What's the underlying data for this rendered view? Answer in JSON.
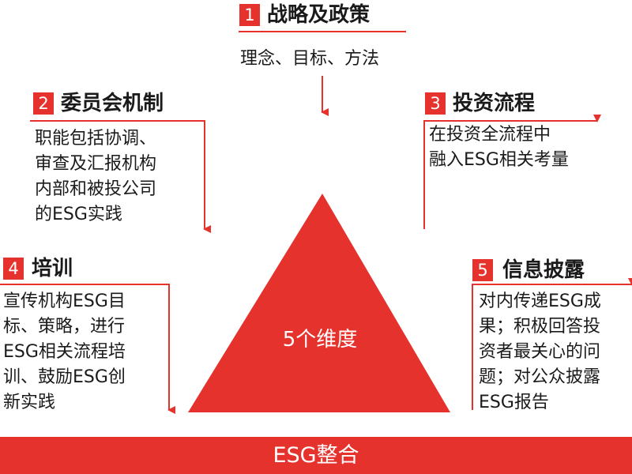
{
  "colors": {
    "accent": "#e5322d",
    "text": "#1a1a1a",
    "background": "#ffffff"
  },
  "center_label": "5个维度",
  "bottom_bar": "ESG整合",
  "dimensions": [
    {
      "num": "1",
      "title": "战略及政策",
      "lines": [
        "理念、目标、方法"
      ]
    },
    {
      "num": "2",
      "title": "委员会机制",
      "lines": [
        "职能包括协调、",
        "审查及汇报机构",
        "内部和被投公司",
        "的ESG实践"
      ]
    },
    {
      "num": "3",
      "title": "投资流程",
      "lines": [
        "在投资全流程中",
        "融入ESG相关考量"
      ]
    },
    {
      "num": "4",
      "title": "培训",
      "lines": [
        "宣传机构ESG目",
        "标、策略，进行",
        "ESG相关流程培",
        "训、鼓励ESG创",
        "新实践"
      ]
    },
    {
      "num": "5",
      "title": "信息披露",
      "lines": [
        "对内传递ESG成",
        "果；积极回答投",
        "资者最关心的问",
        "题；对公众披露",
        "ESG报告"
      ]
    }
  ]
}
